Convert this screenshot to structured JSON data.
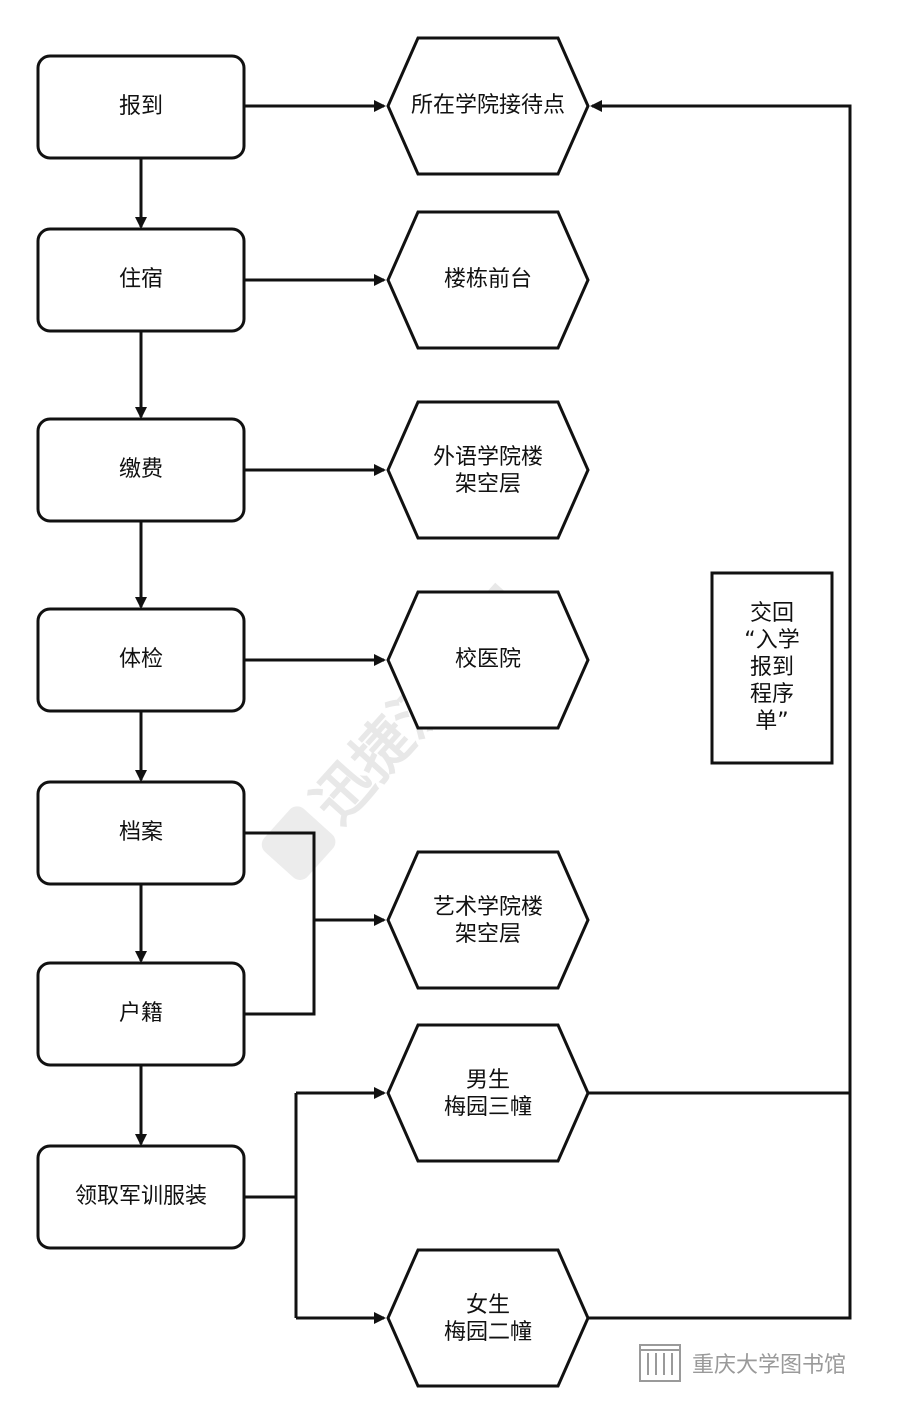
{
  "watermark": "迅捷流程图",
  "logo": "重庆大学图书馆",
  "steps": [
    {
      "label": "报到"
    },
    {
      "label": "住宿"
    },
    {
      "label": "缴费"
    },
    {
      "label": "体检"
    },
    {
      "label": "档案"
    },
    {
      "label": "户籍"
    },
    {
      "label": "领取军训服装"
    }
  ],
  "locations": [
    {
      "lines": [
        "所在学院接待点"
      ]
    },
    {
      "lines": [
        "楼栋前台"
      ]
    },
    {
      "lines": [
        "外语学院楼",
        "架空层"
      ]
    },
    {
      "lines": [
        "校医院"
      ]
    },
    {
      "lines": [
        "艺术学院楼",
        "架空层"
      ]
    },
    {
      "lines": [
        "男生",
        "梅园三幢"
      ]
    },
    {
      "lines": [
        "女生",
        "梅园二幢"
      ]
    }
  ],
  "note": {
    "lines": [
      "交回",
      "“入学",
      "报到",
      "程序",
      "单”"
    ]
  }
}
